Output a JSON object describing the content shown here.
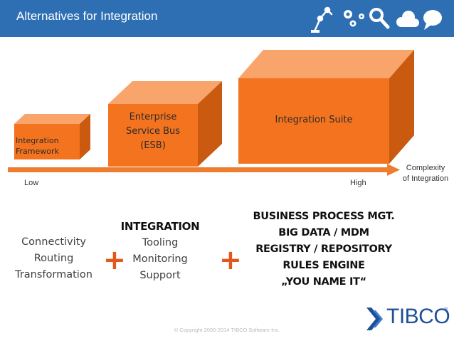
{
  "header": {
    "title": "Alternatives for Integration",
    "background_color": "#2e6fb4",
    "icons": [
      "robot-arm-icon",
      "gears-icon",
      "magnifier-icon",
      "cloud-icon",
      "speech-bubble-icon"
    ]
  },
  "diagram": {
    "boxes": [
      {
        "label": [
          "Integration",
          "Framework"
        ],
        "color": "#f4731f"
      },
      {
        "label": [
          "Enterprise",
          "Service Bus",
          "(ESB)"
        ],
        "color": "#f4731f"
      },
      {
        "label": [
          "Integration Suite"
        ],
        "color": "#f4731f"
      }
    ],
    "axis": {
      "low": "Low",
      "high": "High",
      "label": [
        "Complexity",
        "of Integration"
      ],
      "color": "#ef7d2f"
    }
  },
  "columns": {
    "left": [
      "Connectivity",
      "Routing",
      "Transformation"
    ],
    "middle": {
      "heading": "INTEGRATION",
      "items": [
        "Tooling",
        "Monitoring",
        "Support"
      ]
    },
    "right": [
      "BUSINESS PROCESS MGT.",
      "BIG DATA / MDM",
      "REGISTRY / REPOSITORY",
      "RULES ENGINE",
      "„YOU NAME IT“"
    ],
    "plus": "+"
  },
  "footer": {
    "copyright": "© Copyright 2000-2014 TIBCO Software Inc.",
    "logo": "TIBCO",
    "logo_mark": "®"
  }
}
